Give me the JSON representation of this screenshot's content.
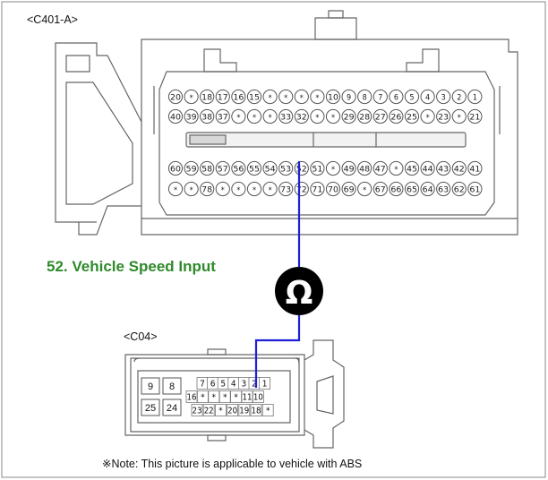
{
  "connector_a": {
    "name": "<C401-A>",
    "rows": [
      [
        "20",
        "*",
        "18",
        "17",
        "16",
        "15",
        "*",
        "*",
        "*",
        "*",
        "10",
        "9",
        "8",
        "7",
        "6",
        "5",
        "4",
        "3",
        "2",
        "1"
      ],
      [
        "40",
        "39",
        "38",
        "37",
        "*",
        "*",
        "*",
        "33",
        "32",
        "*",
        "*",
        "29",
        "28",
        "27",
        "26",
        "25",
        "*",
        "23",
        "*",
        "21"
      ],
      [
        "60",
        "59",
        "58",
        "57",
        "56",
        "55",
        "54",
        "53",
        "52",
        "51",
        "*",
        "49",
        "48",
        "47",
        "*",
        "45",
        "44",
        "43",
        "42",
        "41"
      ],
      [
        "*",
        "*",
        "78",
        "*",
        "*",
        "*",
        "*",
        "73",
        "72",
        "71",
        "70",
        "69",
        "*",
        "67",
        "66",
        "65",
        "64",
        "63",
        "62",
        "61"
      ]
    ]
  },
  "connector_b": {
    "name": "<C04>",
    "big_pins": [
      "9",
      "8",
      "25",
      "24"
    ],
    "rows": [
      [
        "7",
        "6",
        "5",
        "4",
        "3",
        "2",
        "1"
      ],
      [
        "16",
        "*",
        "*",
        "*",
        "*",
        "11",
        "10"
      ],
      [
        "23",
        "22",
        "*",
        "20",
        "19",
        "18",
        "*"
      ]
    ]
  },
  "signal_label": "52. Vehicle Speed Input",
  "meter_symbol": "Ω",
  "note": "※Note: This picture is applicable to vehicle with ABS",
  "colors": {
    "wire": "#1f1fd6",
    "title": "#2e8a2a",
    "outline": "#666666"
  }
}
